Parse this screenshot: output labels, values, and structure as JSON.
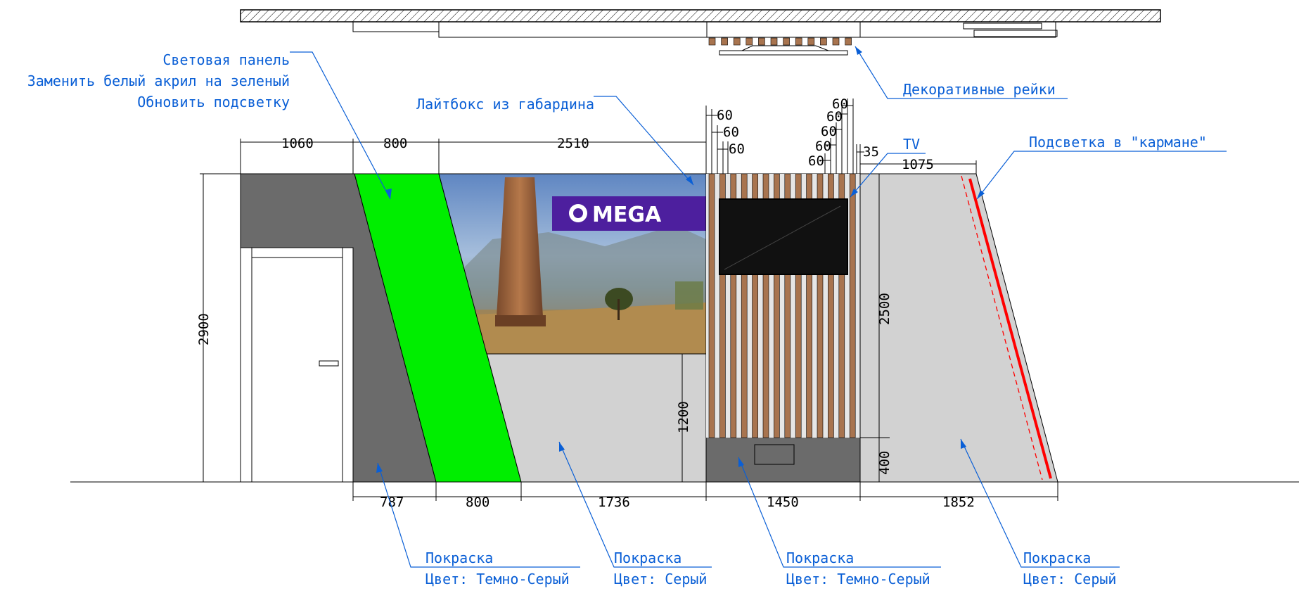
{
  "colors": {
    "dark_gray": "#6b6b6b",
    "light_gray": "#d2d2d2",
    "green": "#00ee00",
    "wood": "#a8744f",
    "tv": "#111111",
    "backlight": "#ff0000",
    "label": "#0a5fd6"
  },
  "labels": {
    "light_panel": [
      "Световая панель",
      "Заменить белый акрил на зеленый",
      "Обновить подсветку"
    ],
    "lightbox": "Лайтбокс из габардина",
    "decorative_slats": "Декоративные рейки",
    "tv": "TV",
    "pocket_backlight": "Подсветка в \"кармане\"",
    "paint_1": [
      "Покраска",
      "Цвет: Темно-Серый"
    ],
    "paint_2": [
      "Покраска",
      "Цвет: Серый"
    ],
    "paint_3": [
      "Покраска",
      "Цвет: Темно-Серый"
    ],
    "paint_4": [
      "Покраска",
      "Цвет: Серый"
    ]
  },
  "lightbox_logo": "MEGA",
  "dimensions": {
    "top": [
      "1060",
      "800",
      "2510"
    ],
    "slats_left": [
      "60",
      "60",
      "60"
    ],
    "slats_right": [
      "60",
      "60",
      "60",
      "60",
      "60"
    ],
    "tv_gap": "35",
    "right_top": "1075",
    "height_total": "2900",
    "height_panel": "2500",
    "height_bottom": "400",
    "height_lightbox_base": "1200",
    "bottom": [
      "787",
      "800",
      "1736",
      "1450",
      "1852"
    ]
  }
}
